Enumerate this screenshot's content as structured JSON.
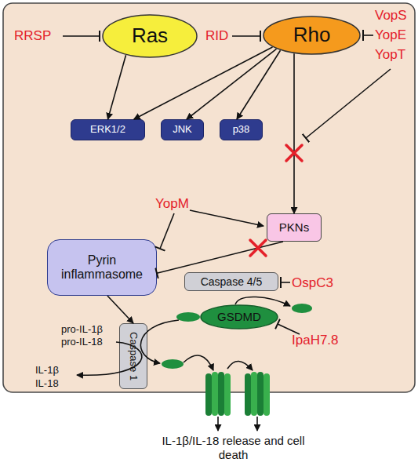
{
  "diagram": {
    "nodes": [
      {
        "text": [
          "Ras"
        ]
      },
      {
        "text": [
          "Rho"
        ]
      },
      {
        "text": [
          "ERK1/2"
        ]
      },
      {
        "text": [
          "JNK"
        ]
      },
      {
        "text": [
          "p38"
        ]
      },
      {
        "text": [
          "PKNs"
        ]
      },
      {
        "text": [
          "Pyrin inflammasome"
        ]
      },
      {
        "text": [
          "Caspase 4/5"
        ]
      },
      {
        "text": [
          "GSDMD"
        ]
      },
      {
        "text": [
          "Caspase 1"
        ]
      }
    ],
    "edges": [
      {
        "from": 0,
        "to": 2,
        "arrow": "to"
      },
      {
        "from": 1,
        "to": 2,
        "arrow": "to"
      },
      {
        "from": 1,
        "to": 3,
        "arrow": "to"
      },
      {
        "from": 1,
        "to": 4,
        "arrow": "to"
      },
      {
        "from": 1,
        "to": 5,
        "arrow": "to"
      },
      {
        "from": 5,
        "to": 6,
        "arrow": "to"
      },
      {
        "from": 6,
        "to": 9,
        "arrow": "to"
      }
    ],
    "labels": [
      "RRSP",
      "RID",
      "VopS",
      "YopE",
      "YopT",
      "YopM",
      "OspC3",
      "IpaH7.8",
      "pro-IL-1β",
      "pro-IL-18",
      "IL-1β",
      "IL-18",
      "IL-1β/IL-18 release and cell death"
    ]
  }
}
